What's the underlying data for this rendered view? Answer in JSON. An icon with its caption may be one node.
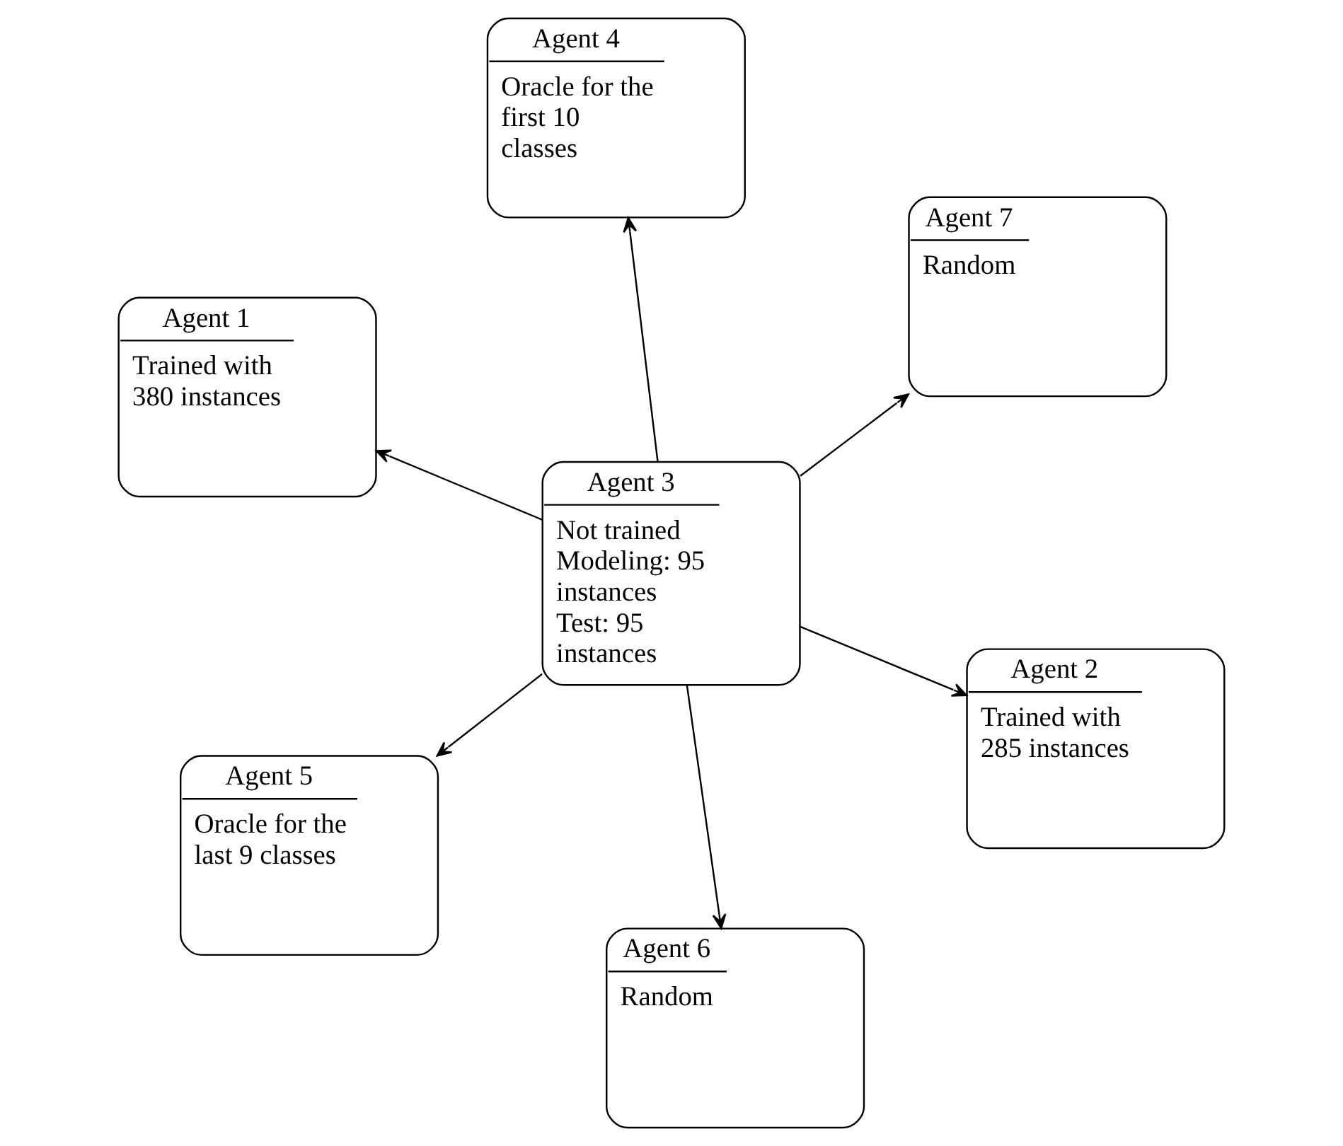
{
  "diagram": {
    "nodes": [
      {
        "text": [
          "Agent 1",
          "Trained with 380 instances"
        ]
      },
      {
        "text": [
          "Agent 2",
          "Trained with 285 instances"
        ]
      },
      {
        "text": [
          "Agent 6",
          "Random"
        ]
      },
      {
        "text": [
          "Agent 3",
          "Not trained",
          "Modeling: 95 instances",
          "Test: 95 instances"
        ]
      },
      {
        "text": [
          "Agent 7",
          "Random"
        ]
      },
      {
        "text": [
          "Agent 4",
          "Oracle for the first 10 classes"
        ]
      },
      {
        "text": [
          "Agent 5",
          "Oracle for the last 9 classes"
        ]
      }
    ],
    "edges": [
      {
        "from": 3,
        "to": 0,
        "arrow": "to"
      },
      {
        "from": 3,
        "to": 1,
        "arrow": "to"
      },
      {
        "from": 3,
        "to": 2,
        "arrow": "to"
      },
      {
        "from": 3,
        "to": 4,
        "arrow": "to"
      },
      {
        "from": 3,
        "to": 5,
        "arrow": "to"
      },
      {
        "from": 3,
        "to": 6,
        "arrow": "to"
      }
    ]
  }
}
